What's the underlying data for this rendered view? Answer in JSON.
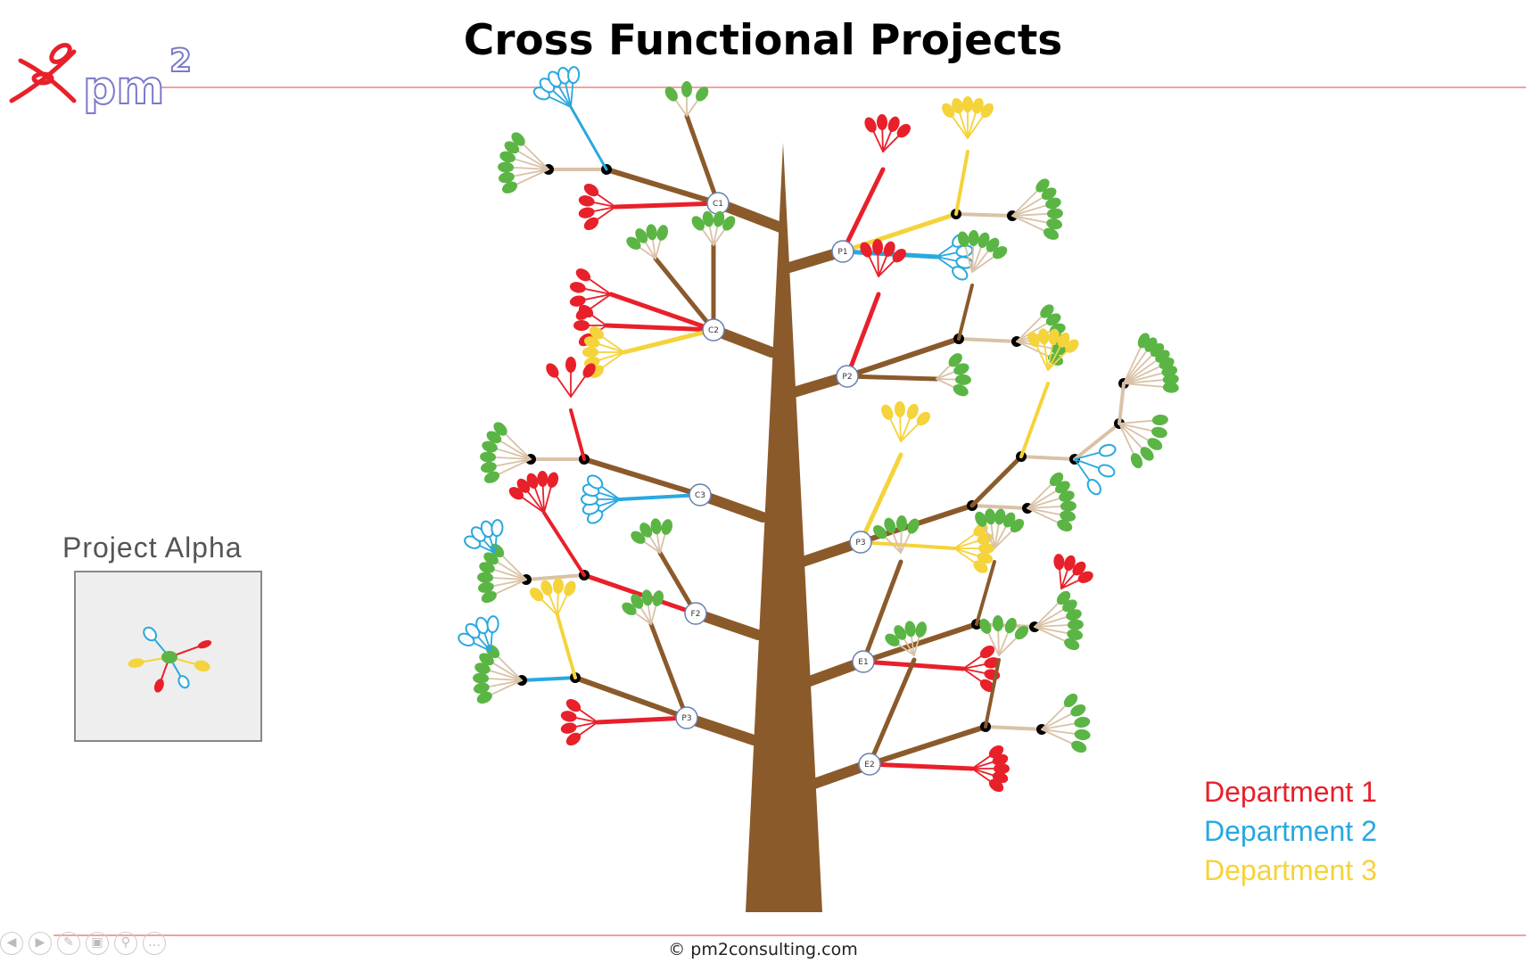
{
  "slide": {
    "title": "Cross Functional Projects",
    "logo_text": "pm",
    "logo_superscript": "2",
    "copyright": "© pm2consulting.com",
    "project_label": "Project Alpha"
  },
  "legend": [
    {
      "label": "Department 1",
      "color": "#e8202a"
    },
    {
      "label": "Department 2",
      "color": "#29a8e0"
    },
    {
      "label": "Department 3",
      "color": "#f5d33a"
    }
  ],
  "colors": {
    "trunk": "#8b5a2b",
    "leaf_green": "#5bb545",
    "line_red": "#f3a0a0"
  },
  "nodes": {
    "left": [
      "C1",
      "C2",
      "C3",
      "F2",
      "P3"
    ],
    "right": [
      "P1",
      "P2",
      "P3",
      "E1",
      "E2"
    ]
  },
  "nav_icons": [
    "back-icon",
    "forward-icon",
    "pen-icon",
    "slides-icon",
    "zoom-icon",
    "menu-icon"
  ]
}
